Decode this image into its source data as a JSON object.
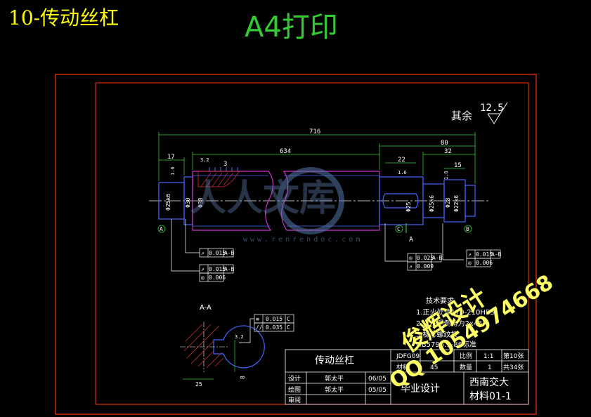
{
  "header": {
    "part_title": "10-传动丝杠",
    "print_note": "A4打印"
  },
  "surface_finish": {
    "label": "其余",
    "value": "12.5"
  },
  "dimensions": {
    "overall_length": "716",
    "length_634": "634",
    "length_80": "80",
    "length_32": "32",
    "length_22": "22",
    "length_15": "15",
    "length_17": "17",
    "thread_pitch": "3",
    "dia_left_a": "Φ25k6",
    "dia_left_b": "Φ30",
    "dia_main": "Φ38",
    "dia_right_1": "Φ25",
    "dia_right_2": "Φ25k6",
    "dia_right_3": "Φ28",
    "dia_right_4": "Φ22k6",
    "rough_a": "1.6",
    "rough_b": "3.2",
    "rough_c": "1.6",
    "rough_d": "1.6",
    "section_width": "25",
    "section_groove": "3.2",
    "section_depth": "8"
  },
  "tolerances": {
    "left_1": {
      "sym": "↗",
      "val": "0.015",
      "ref": "A-B"
    },
    "left_2": {
      "sym": "↗",
      "val": "0.015",
      "ref": "A-B"
    },
    "left_3": {
      "sym": "◎",
      "val": "0.006",
      "ref": ""
    },
    "mid_1": {
      "sym": "◎",
      "val": "0.025",
      "ref": "A-B"
    },
    "mid_2": {
      "sym": "↗",
      "val": "0.009",
      "ref": ""
    },
    "right_1": {
      "sym": "↗",
      "val": "0.015",
      "ref": "A-B"
    },
    "right_2": {
      "sym": "◎",
      "val": "0.006",
      "ref": ""
    },
    "sec_1": {
      "sym": "≡",
      "val": "0.015",
      "ref": "C"
    },
    "sec_2": {
      "sym": "//",
      "val": "0.035",
      "ref": "C"
    }
  },
  "datums": {
    "a": "A",
    "b": "B",
    "c": "C",
    "section_cut": "A"
  },
  "section": {
    "label": "A-A"
  },
  "tech_req": {
    "title": "技术要求",
    "items": [
      "1.正火处理170-210HBS",
      "2.未注明倒角为2x45°",
      "3.梯形螺纹按",
      "GB5796.1-86标准"
    ]
  },
  "title_block": {
    "part_name": "传动丝杠",
    "drawing_no": "JDFG09",
    "scale_label": "比例",
    "scale_value": "1:1",
    "sheet_no": "第10张",
    "material_label": "材料",
    "material_value": "45",
    "qty_label": "数量",
    "qty_value": "1",
    "total_sheets": "共34张",
    "design_label": "设计",
    "design_name": "郭太平",
    "design_date": "06/05",
    "draw_label": "绘图",
    "draw_name": "郭太平",
    "draw_date": "05/05",
    "review_label": "审阅",
    "project": "毕业设计",
    "school": "西南交大",
    "class": "材料01-1"
  },
  "watermarks": {
    "site": "www.renrendoc.com",
    "site_logo": "人人文库",
    "vendor": "俊辉设计",
    "qq": "QQ 1054974668"
  },
  "colors": {
    "border": "#ff3300",
    "dimension": "#33cc33",
    "outline": "#4466ff",
    "magenta": "#cc33cc",
    "hatch": "#cc3333",
    "text": "#ffffff",
    "title": "#ffff00"
  }
}
